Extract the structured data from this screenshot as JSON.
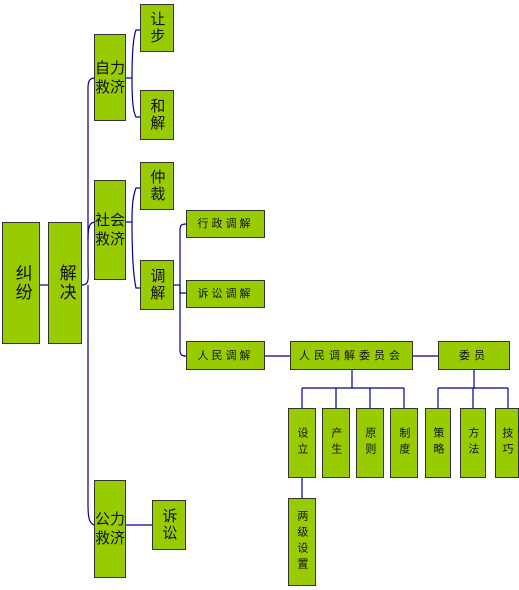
{
  "colors": {
    "box_fill": "#99cc00",
    "box_border": "#333333",
    "line": "#000099"
  },
  "nodes": {
    "jiufen": "纠纷",
    "jiejue": "解决",
    "zili": "自力救济",
    "rangbu": "让步",
    "hejie": "和解",
    "shehui": "社会救济",
    "zhongcai": "仲裁",
    "tiaojie": "调解",
    "xingzheng": "行政调解",
    "susong_tj": "诉讼调解",
    "renmin": "人民调解",
    "weiyuanhui": "人民调解委员会",
    "weiyuan": "委员",
    "sheli": "设立",
    "chansheng": "产生",
    "yuanze": "原则",
    "zhidu": "制度",
    "celue": "策略",
    "fangfa": "方法",
    "jiqiao": "技巧",
    "liangji": "两级设置",
    "gongli": "公力救济",
    "susong": "诉讼"
  }
}
